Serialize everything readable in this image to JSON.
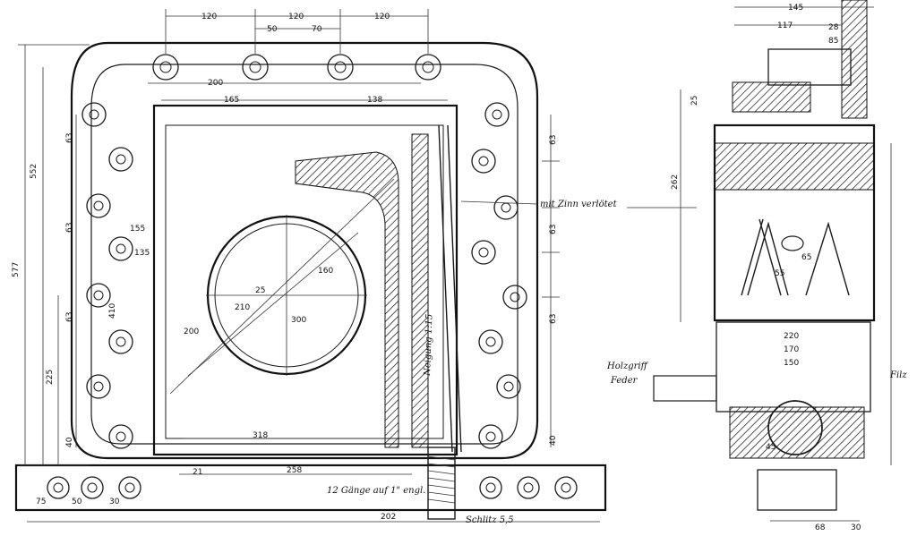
{
  "labels": {
    "top_1": "120",
    "top_2": "120",
    "top_3": "120",
    "top_4": "50",
    "top_5": "70",
    "top_6": "200",
    "top_7": "165",
    "top_8": "138",
    "left_1": "552",
    "left_2": "577",
    "left_3": "225",
    "left_4": "63",
    "left_5": "63",
    "left_6": "63",
    "left_7": "40",
    "mid_1": "160",
    "mid_2": "25",
    "mid_3": "210",
    "mid_4": "300",
    "mid_5": "200",
    "mid_6": "135",
    "mid_7": "155",
    "mid_8": "410",
    "bot_1": "318",
    "bot_2": "258",
    "bot_3": "202",
    "bot_4": "21",
    "bot_5": "75",
    "bot_6": "50",
    "bot_7": "30",
    "right_1": "63",
    "right_2": "63",
    "right_3": "63",
    "right_4": "40",
    "side_1": "145",
    "side_2": "117",
    "side_3": "85",
    "side_4": "28",
    "side_5": "262",
    "side_6": "25",
    "side_7": "220",
    "side_8": "170",
    "side_9": "150",
    "side_10": "65",
    "side_11": "55",
    "side_12": "45",
    "side_13": "30",
    "side_14": "68"
  },
  "notes": {
    "verlotet": "mit Zinn verlötet",
    "schrauben": "12 Gänge auf 1\" engl.",
    "holzgriff": "Holzgriff",
    "feder": "Feder",
    "filz": "Filz",
    "schlitz": "Schlitz 5,5",
    "neigung": "Neigung 1:15"
  }
}
